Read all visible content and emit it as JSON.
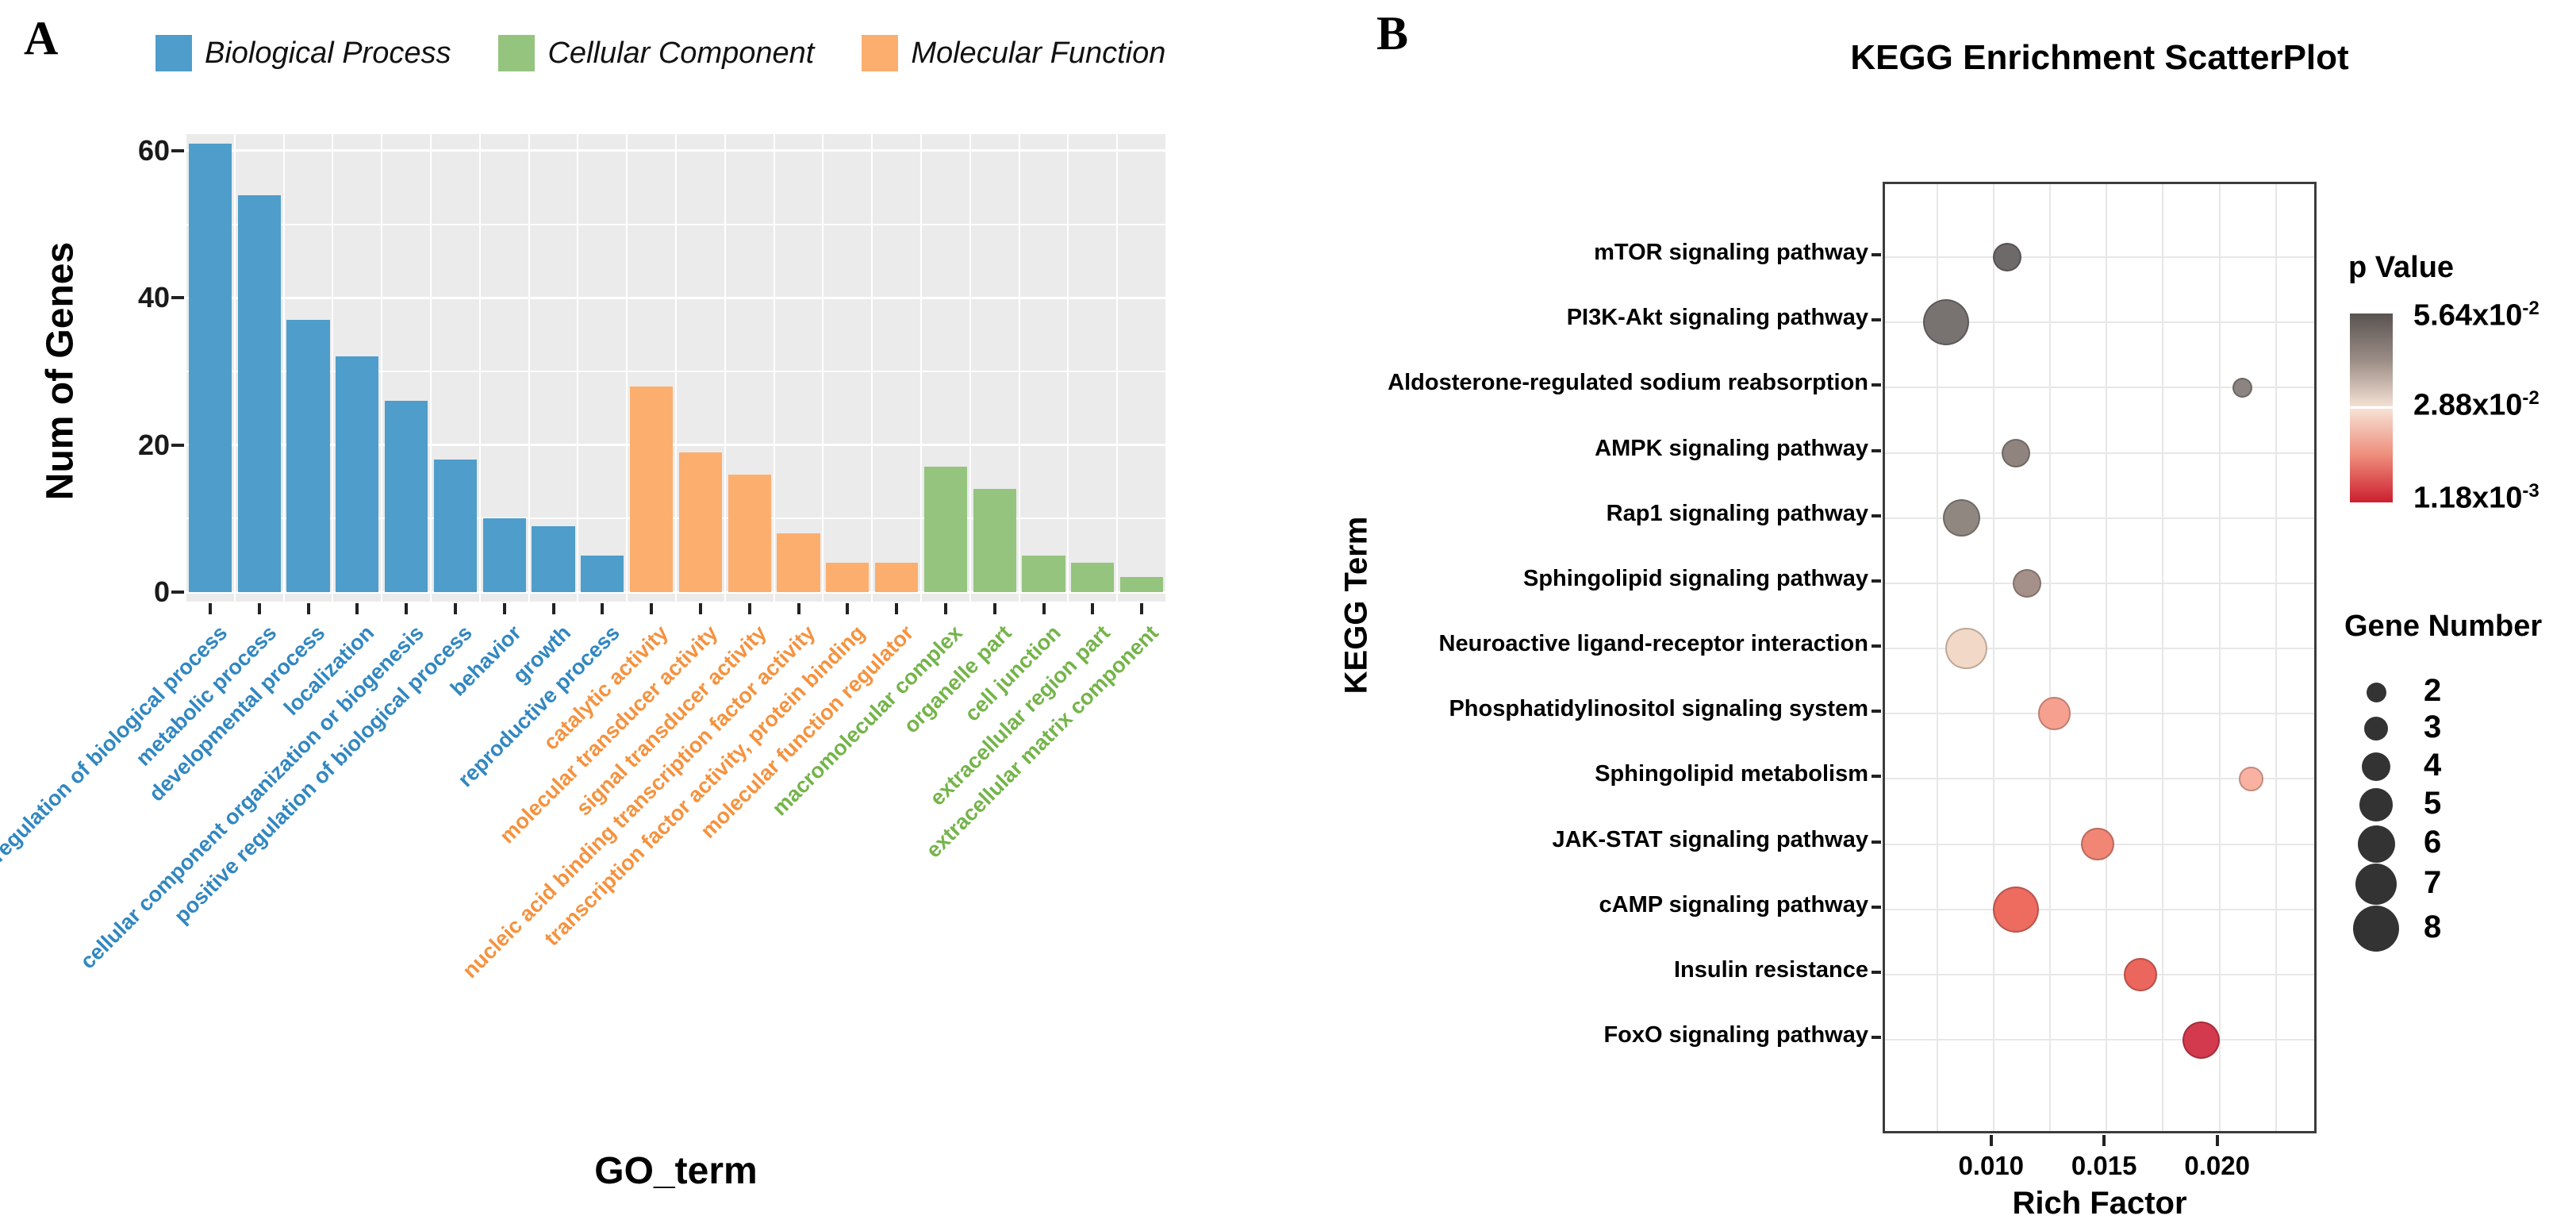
{
  "panels": {
    "a": "A",
    "b": "B"
  },
  "chart_data": [
    {
      "type": "bar",
      "panel": "A",
      "xlabel": "GO_term",
      "ylabel": "Num of Genes",
      "ylim": [
        0,
        62
      ],
      "yticks_major": [
        0,
        20,
        40,
        60
      ],
      "yticks_minor": [
        10,
        30,
        50
      ],
      "grid": "on",
      "legend_position": "top",
      "legend": [
        {
          "name": "Biological Process",
          "color": "#4f9dca",
          "label_color": "#3187c0"
        },
        {
          "name": "Cellular Component",
          "color": "#94c47d",
          "label_color": "#74b449"
        },
        {
          "name": "Molecular Function",
          "color": "#fcae6e",
          "label_color": "#f5923e"
        }
      ],
      "categories": [
        {
          "label": "regulation of biological process",
          "value": 61,
          "group": "Biological Process"
        },
        {
          "label": "metabolic process",
          "value": 54,
          "group": "Biological Process"
        },
        {
          "label": "developmental process",
          "value": 37,
          "group": "Biological Process"
        },
        {
          "label": "localization",
          "value": 32,
          "group": "Biological Process"
        },
        {
          "label": "cellular component organization or biogenesis",
          "value": 26,
          "group": "Biological Process"
        },
        {
          "label": "positive regulation of biological process",
          "value": 18,
          "group": "Biological Process"
        },
        {
          "label": "behavior",
          "value": 10,
          "group": "Biological Process"
        },
        {
          "label": "growth",
          "value": 9,
          "group": "Biological Process"
        },
        {
          "label": "reproductive process",
          "value": 5,
          "group": "Biological Process"
        },
        {
          "label": "catalytic activity",
          "value": 28,
          "group": "Molecular Function"
        },
        {
          "label": "molecular transducer activity",
          "value": 19,
          "group": "Molecular Function"
        },
        {
          "label": "signal transducer activity",
          "value": 16,
          "group": "Molecular Function"
        },
        {
          "label": "nucleic acid binding transcription factor activity",
          "value": 8,
          "group": "Molecular Function"
        },
        {
          "label": "transcription factor activity, protein binding",
          "value": 4,
          "group": "Molecular Function"
        },
        {
          "label": "molecular function regulator",
          "value": 4,
          "group": "Molecular Function"
        },
        {
          "label": "macromolecular complex",
          "value": 17,
          "group": "Cellular Component"
        },
        {
          "label": "organelle part",
          "value": 14,
          "group": "Cellular Component"
        },
        {
          "label": "cell junction",
          "value": 5,
          "group": "Cellular Component"
        },
        {
          "label": "extracellular region part",
          "value": 4,
          "group": "Cellular Component"
        },
        {
          "label": "extracellular matrix component",
          "value": 2,
          "group": "Cellular Component"
        }
      ]
    },
    {
      "type": "scatter",
      "panel": "B",
      "title": "KEGG Enrichment ScatterPlot",
      "xlabel": "Rich Factor",
      "ylabel": "KEGG Term",
      "xlim": [
        0.0052,
        0.0244
      ],
      "xticks": [
        0.01,
        0.015,
        0.02
      ],
      "xtick_labels": [
        "0.010",
        "0.015",
        "0.020"
      ],
      "xgrid": [
        0.0075,
        0.01,
        0.0125,
        0.015,
        0.0175,
        0.02,
        0.0225
      ],
      "grid": "on",
      "points": [
        {
          "term": "mTOR signaling pathway",
          "rich_factor": 0.0106,
          "gene_number": 4,
          "p_color": "#6e6a69"
        },
        {
          "term": "PI3K-Akt signaling pathway",
          "rich_factor": 0.0079,
          "gene_number": 8,
          "p_color": "#787271"
        },
        {
          "term": "Aldosterone-regulated sodium reabsorption",
          "rich_factor": 0.021,
          "gene_number": 2,
          "p_color": "#8b8481"
        },
        {
          "term": "AMPK signaling pathway",
          "rich_factor": 0.011,
          "gene_number": 4,
          "p_color": "#90847e"
        },
        {
          "term": "Rap1 signaling pathway",
          "rich_factor": 0.0086,
          "gene_number": 6,
          "p_color": "#908880"
        },
        {
          "term": "Sphingolipid signaling pathway",
          "rich_factor": 0.0115,
          "gene_number": 4,
          "p_color": "#a5918a"
        },
        {
          "term": "Neuroactive ligand-receptor interaction",
          "rich_factor": 0.0088,
          "gene_number": 7,
          "p_color": "#f2d8c6"
        },
        {
          "term": "Phosphatidylinositol signaling system",
          "rich_factor": 0.0127,
          "gene_number": 5,
          "p_color": "#f6a190"
        },
        {
          "term": "Sphingolipid metabolism",
          "rich_factor": 0.0214,
          "gene_number": 3,
          "p_color": "#f9b2a2"
        },
        {
          "term": "JAK-STAT signaling pathway",
          "rich_factor": 0.0146,
          "gene_number": 5,
          "p_color": "#f18675"
        },
        {
          "term": "cAMP signaling pathway",
          "rich_factor": 0.011,
          "gene_number": 8,
          "p_color": "#ed6b5f"
        },
        {
          "term": "Insulin resistance",
          "rich_factor": 0.0165,
          "gene_number": 5,
          "p_color": "#eb665d"
        },
        {
          "term": "FoxO signaling pathway",
          "rich_factor": 0.0192,
          "gene_number": 6,
          "p_color": "#d43a4e"
        }
      ],
      "color_legend": {
        "title": "p Value",
        "labels": [
          {
            "base": "5.64x10",
            "exp": "-2"
          },
          {
            "base": "2.88x10",
            "exp": "-2"
          },
          {
            "base": "1.18x10",
            "exp": "-3"
          }
        ],
        "gradient": [
          "#595351",
          "#9c8d86",
          "#f6e3d6",
          "#ee8d7c",
          "#cc1f2e"
        ]
      },
      "size_legend": {
        "title": "Gene Number",
        "values": [
          2,
          3,
          4,
          5,
          6,
          7,
          8
        ]
      }
    }
  ]
}
